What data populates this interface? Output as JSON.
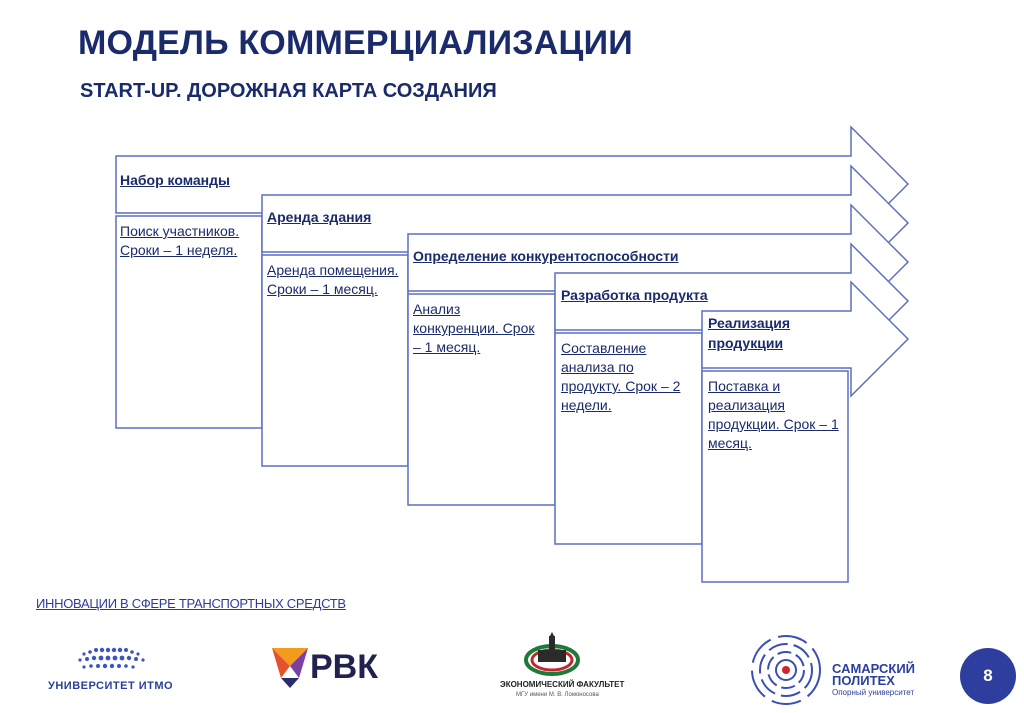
{
  "title": "МОДЕЛЬ КОММЕРЦИАЛИЗАЦИИ",
  "subtitle": "START-UP. ДОРОЖНАЯ КАРТА СОЗДАНИЯ",
  "stages": [
    {
      "title": "Набор команды",
      "description": "Поиск участников. Сроки – 1 неделя."
    },
    {
      "title": "Аренда здания",
      "description": "Аренда помещения. Сроки – 1 месяц."
    },
    {
      "title": "Определение конкурентоспособности",
      "description": "Анализ конкуренции. Срок – 1 месяц."
    },
    {
      "title": "Разработка продукта",
      "description": "Составление анализа по продукту. Срок – 2 недели."
    },
    {
      "title": "Реализация продукции",
      "description": "Поставка и реализация продукции. Срок – 1 месяц."
    }
  ],
  "footer": {
    "topic": "ИННОВАЦИИ В СФЕРЕ ТРАНСПОРТНЫХ СРЕДСТВ",
    "logos": {
      "itmo": "УНИВЕРСИТЕТ ИТМО",
      "rvk": "РВК",
      "econ_title": "ЭКОНОМИЧЕСКИЙ ФАКУЛЬТЕТ",
      "econ_sub": "МГУ имени М. В. Ломоносова",
      "polytech_line1": "САМАРСКИЙ",
      "polytech_line2": "ПОЛИТЕХ",
      "polytech_line3": "Опорный университет"
    },
    "page_number": "8"
  },
  "colors": {
    "outline": "#5b6fc2",
    "text": "#1a2b6b",
    "accent": "#2e3e9e"
  }
}
